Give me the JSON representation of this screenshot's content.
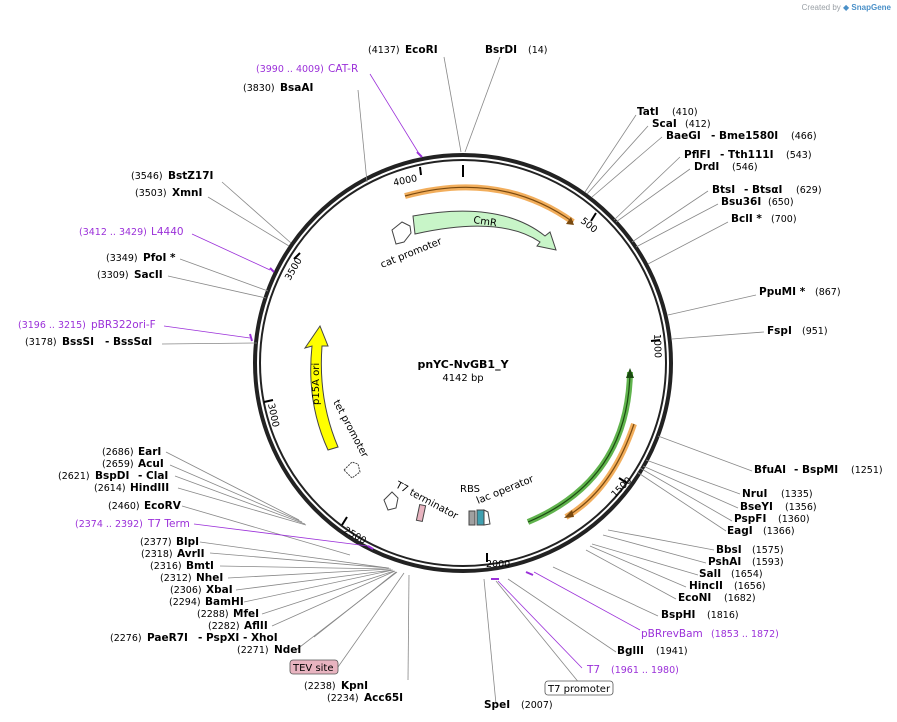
{
  "credit": {
    "prefix": "Created by",
    "brand": "SnapGene"
  },
  "plasmid": {
    "name": "pnYC-NvGB1_Y",
    "length_label": "4142 bp"
  },
  "ticks": [
    "500",
    "1000",
    "1500",
    "2000",
    "2500",
    "3000",
    "3500",
    "4000"
  ],
  "enzymes_right": [
    {
      "name": "TatI",
      "pos": "(410)"
    },
    {
      "name": "ScaI",
      "pos": "(412)"
    },
    {
      "name": "BaeGI",
      "extra": "- Bme1580I",
      "pos": "(466)"
    },
    {
      "name": "PflFI",
      "extra": "- Tth111I",
      "pos": "(543)"
    },
    {
      "name": "DrdI",
      "pos": "(546)"
    },
    {
      "name": "BtsI",
      "extra": "- BtsαI",
      "pos": "(629)"
    },
    {
      "name": "Bsu36I",
      "pos": "(650)"
    },
    {
      "name": "BclI *",
      "pos": "(700)"
    },
    {
      "name": "PpuMI *",
      "pos": "(867)"
    },
    {
      "name": "FspI",
      "pos": "(951)"
    },
    {
      "name": "BfuAI",
      "extra": "- BspMI",
      "pos": "(1251)"
    },
    {
      "name": "NruI",
      "pos": "(1335)"
    },
    {
      "name": "BseYI",
      "pos": "(1356)"
    },
    {
      "name": "PspFI",
      "pos": "(1360)"
    },
    {
      "name": "EagI",
      "pos": "(1366)"
    },
    {
      "name": "BbsI",
      "pos": "(1575)"
    },
    {
      "name": "PshAI",
      "pos": "(1593)"
    },
    {
      "name": "SalI",
      "pos": "(1654)"
    },
    {
      "name": "HincII",
      "pos": "(1656)"
    },
    {
      "name": "EcoNI",
      "pos": "(1682)"
    },
    {
      "name": "BspHI",
      "pos": "(1816)"
    },
    {
      "name": "BglII",
      "pos": "(1941)"
    },
    {
      "name": "SpeI",
      "pos": "(2007)"
    }
  ],
  "enzymes_left": [
    {
      "name": "EcoRI",
      "pos": "(4137)"
    },
    {
      "name": "BsrDI",
      "pos": "(14)"
    },
    {
      "name": "BsaAI",
      "pos": "(3830)"
    },
    {
      "name": "BstZ17I",
      "pos": "(3546)"
    },
    {
      "name": "XmnI",
      "pos": "(3503)"
    },
    {
      "name": "PfoI *",
      "pos": "(3349)"
    },
    {
      "name": "SacII",
      "pos": "(3309)"
    },
    {
      "name": "BssSI",
      "extra": "- BssSαI",
      "pos": "(3178)"
    },
    {
      "name": "EarI",
      "pos": "(2686)"
    },
    {
      "name": "AcuI",
      "pos": "(2659)"
    },
    {
      "name": "BspDI",
      "extra": "- ClaI",
      "pos": "(2621)"
    },
    {
      "name": "HindIII",
      "pos": "(2614)"
    },
    {
      "name": "EcoRV",
      "pos": "(2460)"
    },
    {
      "name": "BlpI",
      "pos": "(2377)"
    },
    {
      "name": "AvrII",
      "pos": "(2318)"
    },
    {
      "name": "BmtI",
      "pos": "(2316)"
    },
    {
      "name": "NheI",
      "pos": "(2312)"
    },
    {
      "name": "XbaI",
      "pos": "(2306)"
    },
    {
      "name": "BamHI",
      "pos": "(2294)"
    },
    {
      "name": "MfeI",
      "pos": "(2288)"
    },
    {
      "name": "AflII",
      "pos": "(2282)"
    },
    {
      "name": "PaeR7I",
      "extra": "- PspXI   - XhoI",
      "pos": "(2276)"
    },
    {
      "name": "NdeI",
      "pos": "(2271)"
    },
    {
      "name": "KpnI",
      "pos": "(2238)"
    },
    {
      "name": "Acc65I",
      "pos": "(2234)"
    }
  ],
  "primers": [
    {
      "name": "CAT-R",
      "range": "(3990 .. 4009)"
    },
    {
      "name": "L4440",
      "range": "(3412 .. 3429)"
    },
    {
      "name": "pBR322ori-F",
      "range": "(3196 .. 3215)"
    },
    {
      "name": "T7 Term",
      "range": "(2374 .. 2392)"
    },
    {
      "name": "pBRrevBam",
      "range": "(1853 .. 1872)"
    },
    {
      "name": "T7",
      "range": "(1961 .. 1980)"
    }
  ],
  "features": {
    "cmr": "CmR",
    "cat_promoter": "cat promoter",
    "p15a_ori": "p15A ori",
    "tet_promoter": "tet promoter",
    "t7_terminator": "T7 terminator",
    "rbs": "RBS",
    "lac_operator": "lac operator",
    "tev_site": "TEV site",
    "t7_promoter": "T7 promoter"
  },
  "colors": {
    "backbone": "#222222",
    "primer": "#9b30d9",
    "cmr_fill": "#c8f5c8",
    "p15a_fill": "#ffff00",
    "orange": "#f0a040",
    "green": "#38a020",
    "tev_fill": "#e8b4c0"
  }
}
